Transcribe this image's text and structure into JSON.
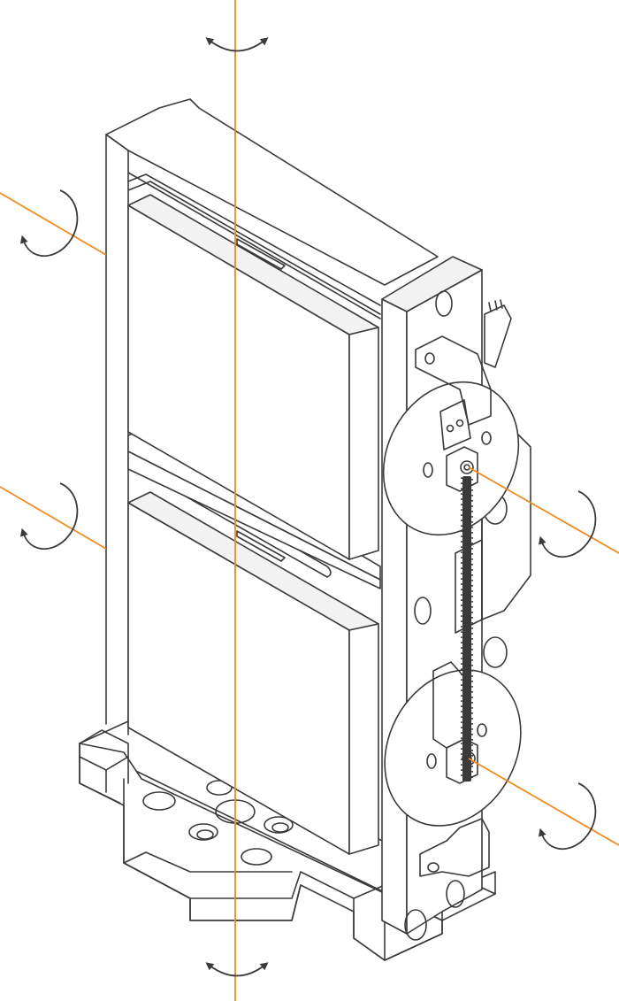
{
  "diagram": {
    "type": "isometric-line-drawing",
    "view": "isometric",
    "colors": {
      "line": "#3a3a3a",
      "axis": "#f08a1e",
      "fill": "#ffffff",
      "shade": "#f2f2f2",
      "belt": "#3a3a3a"
    },
    "parts": [
      {
        "name": "base-plate",
        "icon": "base-plate-icon"
      },
      {
        "name": "back-frame",
        "icon": "frame-icon"
      },
      {
        "name": "upper-block",
        "icon": "block-icon"
      },
      {
        "name": "lower-block",
        "icon": "block-icon"
      },
      {
        "name": "side-post",
        "icon": "post-icon"
      },
      {
        "name": "upper-disc",
        "icon": "disc-icon"
      },
      {
        "name": "lower-disc",
        "icon": "disc-icon"
      },
      {
        "name": "drive-belt",
        "icon": "belt-icon"
      },
      {
        "name": "motor-bracket",
        "icon": "bracket-icon"
      }
    ],
    "axes": [
      {
        "name": "vertical-axis",
        "rotation": "both-directions"
      },
      {
        "name": "upper-left-axis",
        "rotation": "counterclockwise"
      },
      {
        "name": "middle-left-axis",
        "rotation": "counterclockwise"
      },
      {
        "name": "upper-right-axis",
        "rotation": "counterclockwise"
      },
      {
        "name": "lower-right-axis",
        "rotation": "counterclockwise"
      }
    ]
  }
}
